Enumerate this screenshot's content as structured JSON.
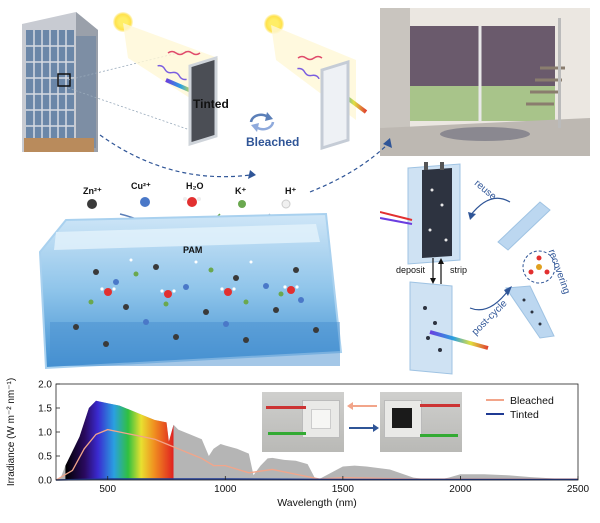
{
  "top": {
    "tinted_label": "Tinted",
    "bleached_label": "Bleached"
  },
  "ions": [
    {
      "label": "Zn²⁺",
      "color": "#3a3a3a"
    },
    {
      "label": "Cu²⁺",
      "color": "#4a78c8"
    },
    {
      "label": "H₂O",
      "color": "#e23030"
    },
    {
      "label": "K⁺",
      "color": "#6aa84f"
    },
    {
      "label": "H⁺",
      "color": "#f0f0f0"
    }
  ],
  "hydrogel": {
    "label": "PAM"
  },
  "cycle": {
    "deposit": "deposit",
    "strip": "strip",
    "reuse": "reuse",
    "recovering": "recovering",
    "post_cycle": "post-cycle"
  },
  "chart_data": {
    "type": "area",
    "xlabel": "Wavelength (nm)",
    "ylabel": "Irradiance (W m⁻² nm⁻¹)",
    "xlim": [
      280,
      2500
    ],
    "ylim": [
      0,
      2.0
    ],
    "xticks": [
      "500",
      "1000",
      "1500",
      "2000",
      "2500"
    ],
    "yticks": [
      "0.0",
      "0.5",
      "1.0",
      "1.5",
      "2.0"
    ],
    "legend": [
      "Bleached",
      "Tinted"
    ],
    "legend_position": "top-right",
    "colors": {
      "solar": "#b5b5b5",
      "bleached": "#f2a58a",
      "tinted": "#1f3a93"
    },
    "solar_x": [
      280,
      300,
      320,
      350,
      380,
      400,
      420,
      450,
      480,
      500,
      550,
      600,
      650,
      700,
      750,
      760,
      780,
      800,
      850,
      900,
      930,
      950,
      980,
      1000,
      1050,
      1100,
      1120,
      1150,
      1180,
      1200,
      1250,
      1300,
      1350,
      1380,
      1400,
      1450,
      1500,
      1550,
      1600,
      1700,
      1800,
      1850,
      1900,
      1950,
      2000,
      2100,
      2200,
      2300,
      2400,
      2500
    ],
    "solar_y": [
      0,
      0.05,
      0.3,
      0.6,
      0.9,
      1.2,
      1.5,
      1.65,
      1.62,
      1.6,
      1.55,
      1.45,
      1.35,
      1.25,
      1.2,
      0.8,
      1.15,
      1.05,
      0.95,
      0.85,
      0.5,
      0.65,
      0.75,
      0.72,
      0.65,
      0.55,
      0.1,
      0.3,
      0.45,
      0.46,
      0.42,
      0.4,
      0.33,
      0.05,
      0.02,
      0.15,
      0.28,
      0.3,
      0.28,
      0.22,
      0.05,
      0.02,
      0.0,
      0.05,
      0.12,
      0.12,
      0.1,
      0.06,
      0.03,
      0.03
    ],
    "bleached_x": [
      280,
      350,
      400,
      450,
      500,
      550,
      600,
      650,
      700,
      750,
      800,
      850,
      900,
      950,
      1000,
      1100,
      1200,
      1300,
      1400,
      1500,
      1600,
      1800,
      2000,
      2500
    ],
    "bleached_y": [
      0,
      0.2,
      0.65,
      0.95,
      1.05,
      1.0,
      0.95,
      0.9,
      0.85,
      0.75,
      0.65,
      0.55,
      0.45,
      0.3,
      0.3,
      0.15,
      0.22,
      0.12,
      0.02,
      0.05,
      0.04,
      0.02,
      0.02,
      0.02
    ],
    "tinted_x": [
      280,
      500,
      1000,
      1500,
      2000,
      2500
    ],
    "tinted_y": [
      0,
      0.02,
      0.02,
      0.01,
      0.01,
      0.01
    ]
  }
}
